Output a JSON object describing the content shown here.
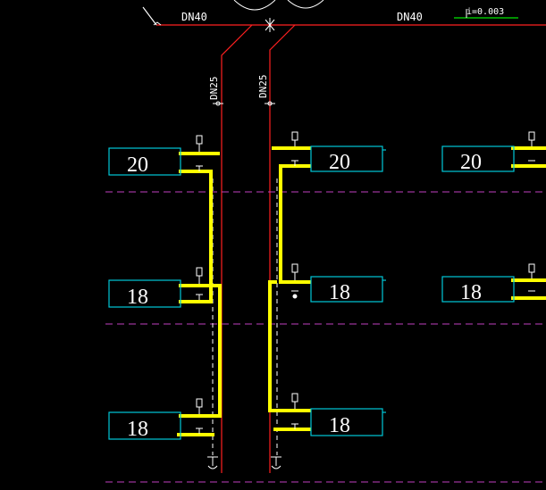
{
  "pipes": {
    "main_left": "DN40",
    "main_right": "DN40",
    "riser_left": "DN25",
    "riser_right": "DN25",
    "slope": "i=0.003"
  },
  "radiators": {
    "left_top": "20",
    "left_mid": "18",
    "left_bot": "18",
    "center_top": "20",
    "center_mid": "18",
    "center_bot": "18",
    "right_top": "20",
    "right_mid": "18"
  },
  "colors": {
    "background": "#000000",
    "main_pipe": "#ff2020",
    "branch_pipe": "#ffff00",
    "radiator_outline": "#00c8d8",
    "floor_line": "#c040c0",
    "slope_mark": "#00c000",
    "symbol": "#ffffff"
  }
}
